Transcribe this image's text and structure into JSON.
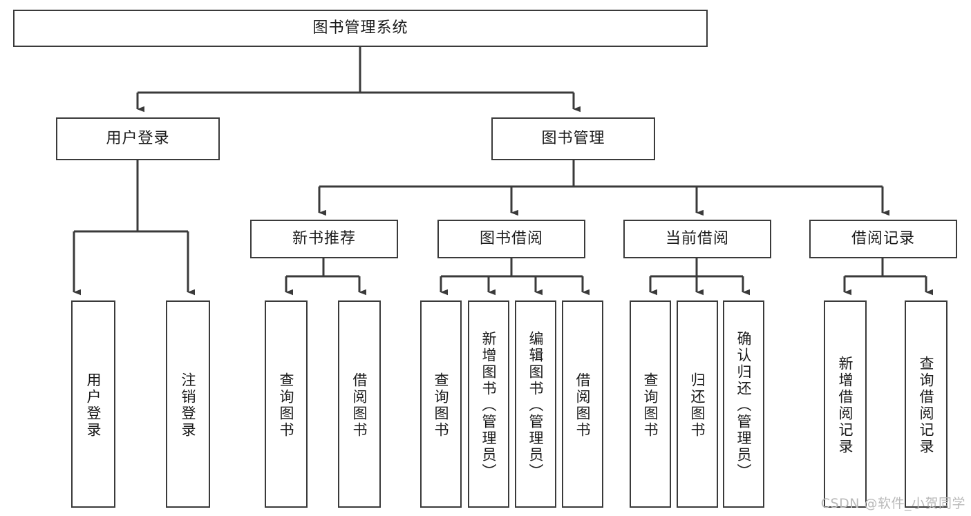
{
  "diagram": {
    "title": "图书管理系统",
    "type": "tree-hierarchy-chart",
    "colors": {
      "box_border": "#3a3a3a",
      "box_fill": "#ffffff",
      "connector": "#3a3a3a",
      "text": "#1a1a1a",
      "watermark": "#b9b9b9"
    },
    "root": {
      "label": "图书管理系统"
    },
    "level2": [
      {
        "label": "用户登录"
      },
      {
        "label": "图书管理"
      }
    ],
    "level3": [
      {
        "label": "新书推荐"
      },
      {
        "label": "图书借阅"
      },
      {
        "label": "当前借阅"
      },
      {
        "label": "借阅记录"
      }
    ],
    "leaves": {
      "user_login": [
        {
          "label": "用户登录"
        },
        {
          "label": "注销登录"
        }
      ],
      "new_book_recommend": [
        {
          "label": "查询图书"
        },
        {
          "label": "借阅图书"
        }
      ],
      "book_borrow": [
        {
          "label": "查询图书"
        },
        {
          "label": "新增图书（管理员）"
        },
        {
          "label": "编辑图书（管理员）"
        },
        {
          "label": "借阅图书"
        }
      ],
      "current_borrow": [
        {
          "label": "查询图书"
        },
        {
          "label": "归还图书"
        },
        {
          "label": "确认归还（管理员）"
        }
      ],
      "borrow_records": [
        {
          "label": "新增借阅记录"
        },
        {
          "label": "查询借阅记录"
        }
      ]
    }
  },
  "watermark": {
    "text": "CSDN @软件_小贺同学"
  }
}
